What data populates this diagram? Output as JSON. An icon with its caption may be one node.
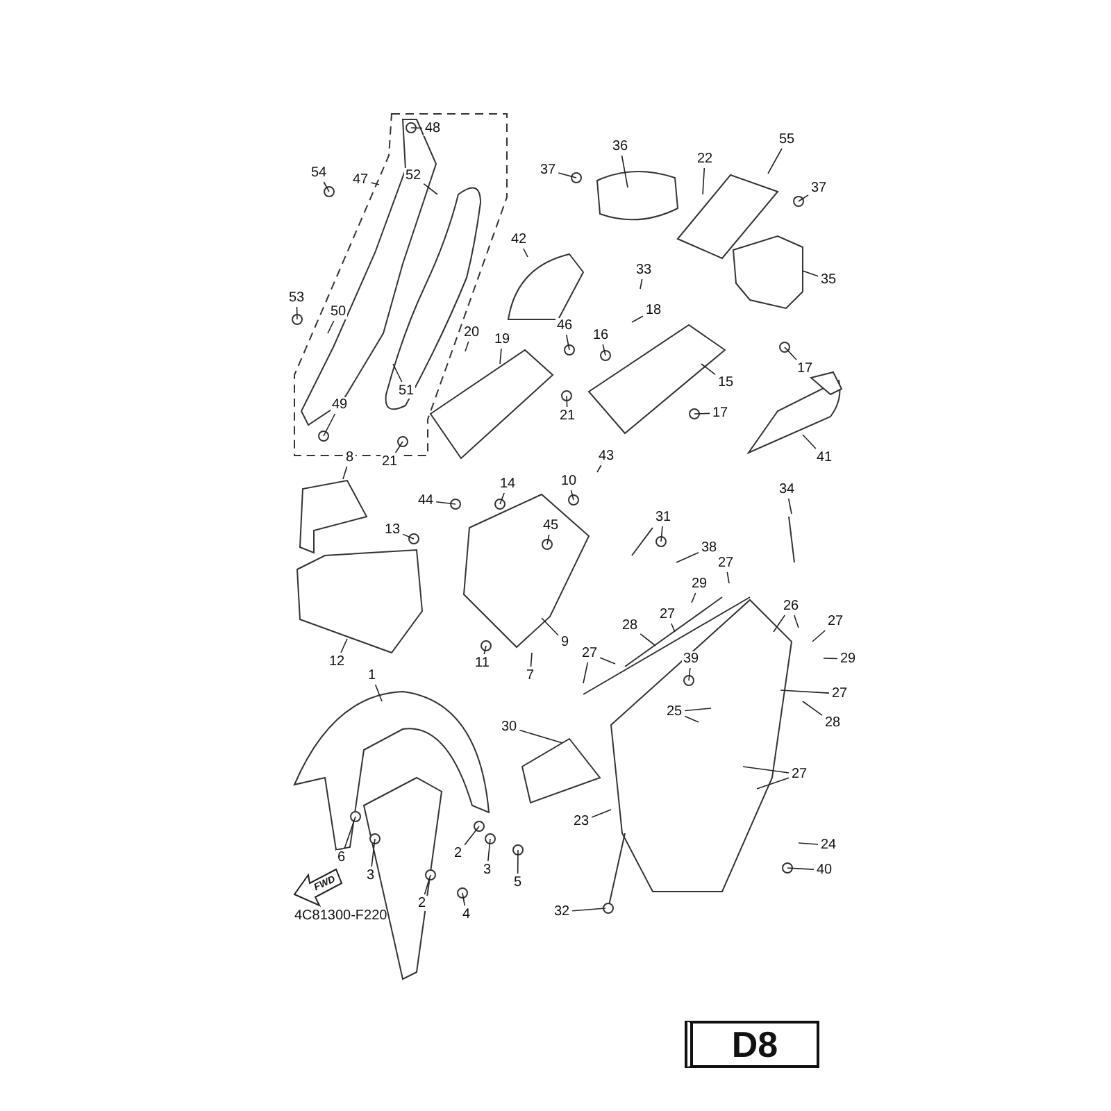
{
  "diagram": {
    "nodes": [
      {
        "text": [
          "48"
        ]
      },
      {
        "text": [
          "36"
        ]
      },
      {
        "text": [
          "22"
        ]
      },
      {
        "text": [
          "55"
        ]
      },
      {
        "text": [
          "54"
        ]
      },
      {
        "text": [
          "47"
        ]
      },
      {
        "text": [
          "52"
        ]
      },
      {
        "text": [
          "37"
        ]
      },
      {
        "text": [
          "37"
        ]
      },
      {
        "text": [
          "42"
        ]
      },
      {
        "text": [
          "35"
        ]
      },
      {
        "text": [
          "33"
        ]
      },
      {
        "text": [
          "18"
        ]
      },
      {
        "text": [
          "53"
        ]
      },
      {
        "text": [
          "50"
        ]
      },
      {
        "text": [
          "20"
        ]
      },
      {
        "text": [
          "19"
        ]
      },
      {
        "text": [
          "46"
        ]
      },
      {
        "text": [
          "16"
        ]
      },
      {
        "text": [
          "17"
        ]
      },
      {
        "text": [
          "15"
        ]
      },
      {
        "text": [
          "51"
        ]
      },
      {
        "text": [
          "17"
        ]
      },
      {
        "text": [
          "21"
        ]
      },
      {
        "text": [
          "49"
        ]
      },
      {
        "text": [
          "41"
        ]
      },
      {
        "text": [
          "21"
        ]
      },
      {
        "text": [
          "8"
        ]
      },
      {
        "text": [
          "43"
        ]
      },
      {
        "text": [
          "10"
        ]
      },
      {
        "text": [
          "14"
        ]
      },
      {
        "text": [
          "44"
        ]
      },
      {
        "text": [
          "45"
        ]
      },
      {
        "text": [
          "34"
        ]
      },
      {
        "text": [
          "13"
        ]
      },
      {
        "text": [
          "31"
        ]
      },
      {
        "text": [
          "38"
        ]
      },
      {
        "text": [
          "29"
        ]
      },
      {
        "text": [
          "27"
        ]
      },
      {
        "text": [
          "26"
        ]
      },
      {
        "text": [
          "27"
        ]
      },
      {
        "text": [
          "28"
        ]
      },
      {
        "text": [
          "27"
        ]
      },
      {
        "text": [
          "9"
        ]
      },
      {
        "text": [
          "27"
        ]
      },
      {
        "text": [
          "29"
        ]
      },
      {
        "text": [
          "11"
        ]
      },
      {
        "text": [
          "7"
        ]
      },
      {
        "text": [
          "12"
        ]
      },
      {
        "text": [
          "27"
        ]
      },
      {
        "text": [
          "39"
        ]
      },
      {
        "text": [
          "25"
        ]
      },
      {
        "text": [
          "28"
        ]
      },
      {
        "text": [
          "1"
        ]
      },
      {
        "text": [
          "30"
        ]
      },
      {
        "text": [
          "27"
        ]
      },
      {
        "text": [
          "23"
        ]
      },
      {
        "text": [
          "24"
        ]
      },
      {
        "text": [
          "6"
        ]
      },
      {
        "text": [
          "2"
        ]
      },
      {
        "text": [
          "3"
        ]
      },
      {
        "text": [
          "3"
        ]
      },
      {
        "text": [
          "5"
        ]
      },
      {
        "text": [
          "40"
        ]
      },
      {
        "text": [
          "2"
        ]
      },
      {
        "text": [
          "4"
        ]
      },
      {
        "text": [
          "32"
        ]
      },
      {
        "text": [
          "D8"
        ]
      }
    ],
    "edges": [
      {
        "from": 0,
        "to": null,
        "arrow": "none"
      },
      {
        "from": 1,
        "to": null,
        "arrow": "none"
      },
      {
        "from": 2,
        "to": null,
        "arrow": "none"
      },
      {
        "from": 3,
        "to": null,
        "arrow": "none"
      },
      {
        "from": 4,
        "to": null,
        "arrow": "none"
      },
      {
        "from": 5,
        "to": null,
        "arrow": "none"
      },
      {
        "from": 6,
        "to": null,
        "arrow": "none"
      },
      {
        "from": 7,
        "to": null,
        "arrow": "none"
      },
      {
        "from": 8,
        "to": null,
        "arrow": "none"
      },
      {
        "from": 9,
        "to": null,
        "arrow": "none"
      },
      {
        "from": 10,
        "to": null,
        "arrow": "none"
      },
      {
        "from": 11,
        "to": null,
        "arrow": "none"
      },
      {
        "from": 12,
        "to": null,
        "arrow": "none"
      },
      {
        "from": 13,
        "to": null,
        "arrow": "none"
      },
      {
        "from": 14,
        "to": null,
        "arrow": "none"
      },
      {
        "from": 15,
        "to": null,
        "arrow": "none"
      },
      {
        "from": 16,
        "to": null,
        "arrow": "none"
      },
      {
        "from": 17,
        "to": null,
        "arrow": "none"
      },
      {
        "from": 18,
        "to": null,
        "arrow": "none"
      },
      {
        "from": 19,
        "to": null,
        "arrow": "none"
      },
      {
        "from": 20,
        "to": null,
        "arrow": "none"
      },
      {
        "from": 21,
        "to": null,
        "arrow": "none"
      },
      {
        "from": 22,
        "to": null,
        "arrow": "none"
      },
      {
        "from": 23,
        "to": null,
        "arrow": "none"
      },
      {
        "from": 24,
        "to": null,
        "arrow": "none"
      },
      {
        "from": 25,
        "to": null,
        "arrow": "none"
      },
      {
        "from": 26,
        "to": null,
        "arrow": "none"
      },
      {
        "from": 27,
        "to": null,
        "arrow": "none"
      },
      {
        "from": 28,
        "to": null,
        "arrow": "none"
      },
      {
        "from": 29,
        "to": null,
        "arrow": "none"
      },
      {
        "from": 30,
        "to": null,
        "arrow": "none"
      },
      {
        "from": 31,
        "to": null,
        "arrow": "none"
      },
      {
        "from": 32,
        "to": null,
        "arrow": "none"
      },
      {
        "from": 33,
        "to": null,
        "arrow": "none"
      },
      {
        "from": 34,
        "to": null,
        "arrow": "none"
      },
      {
        "from": 35,
        "to": null,
        "arrow": "none"
      },
      {
        "from": 36,
        "to": null,
        "arrow": "none"
      },
      {
        "from": 37,
        "to": null,
        "arrow": "none"
      },
      {
        "from": 38,
        "to": null,
        "arrow": "none"
      },
      {
        "from": 39,
        "to": null,
        "arrow": "none"
      },
      {
        "from": 39,
        "to": null,
        "arrow": "none"
      },
      {
        "from": 40,
        "to": null,
        "arrow": "none"
      },
      {
        "from": 41,
        "to": null,
        "arrow": "none"
      },
      {
        "from": 42,
        "to": null,
        "arrow": "none"
      },
      {
        "from": 43,
        "to": null,
        "arrow": "none"
      },
      {
        "from": 44,
        "to": null,
        "arrow": "none"
      },
      {
        "from": 44,
        "to": null,
        "arrow": "none"
      },
      {
        "from": 45,
        "to": null,
        "arrow": "none"
      },
      {
        "from": 46,
        "to": null,
        "arrow": "none"
      },
      {
        "from": 47,
        "to": null,
        "arrow": "none"
      },
      {
        "from": 48,
        "to": null,
        "arrow": "none"
      },
      {
        "from": 49,
        "to": null,
        "arrow": "none"
      },
      {
        "from": 50,
        "to": null,
        "arrow": "none"
      },
      {
        "from": 51,
        "to": null,
        "arrow": "none"
      },
      {
        "from": 51,
        "to": null,
        "arrow": "none"
      },
      {
        "from": 52,
        "to": null,
        "arrow": "none"
      },
      {
        "from": 53,
        "to": null,
        "arrow": "none"
      },
      {
        "from": 54,
        "to": null,
        "arrow": "none"
      },
      {
        "from": 55,
        "to": null,
        "arrow": "none"
      },
      {
        "from": 55,
        "to": null,
        "arrow": "none"
      },
      {
        "from": 56,
        "to": null,
        "arrow": "none"
      },
      {
        "from": 57,
        "to": null,
        "arrow": "none"
      },
      {
        "from": 58,
        "to": null,
        "arrow": "none"
      },
      {
        "from": 59,
        "to": null,
        "arrow": "none"
      },
      {
        "from": 60,
        "to": null,
        "arrow": "none"
      },
      {
        "from": 61,
        "to": null,
        "arrow": "none"
      },
      {
        "from": 62,
        "to": null,
        "arrow": "none"
      },
      {
        "from": 63,
        "to": null,
        "arrow": "none"
      },
      {
        "from": 64,
        "to": null,
        "arrow": "none"
      },
      {
        "from": 65,
        "to": null,
        "arrow": "none"
      },
      {
        "from": 66,
        "to": null,
        "arrow": "none"
      }
    ],
    "labels": [
      "FWD",
      "4C81300-F220"
    ]
  }
}
